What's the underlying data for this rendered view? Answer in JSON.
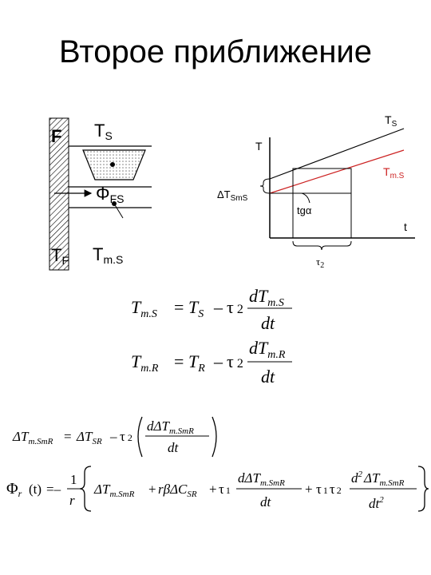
{
  "slide": {
    "title": "Второе приближение"
  },
  "left_diagram": {
    "label_f": "F",
    "label_ts": "T",
    "label_ts_sub": "S",
    "label_phi": "Φ",
    "label_phi_sub": "FS",
    "label_tf": "T",
    "label_tf_sub": "F",
    "label_tms": "T",
    "label_tms_sub": "m.S"
  },
  "graph": {
    "axis_t": "T",
    "axis_time": "t",
    "line_ts": "T",
    "line_ts_sub": "S",
    "line_tms": "T",
    "line_tms_sub": "m.S",
    "delta_label": "ΔT",
    "delta_label_sub": "SmS",
    "tg_label": "tgα",
    "tau_label": "τ",
    "tau_sub": "2",
    "colors": {
      "tms_line": "#cc2222",
      "ink": "#000000",
      "hatch": "#000000",
      "dots": "#7a7a7a"
    }
  },
  "equations": {
    "eq1_lhs": "T",
    "eq1_lhs_sub": "m.S",
    "eq1_ts": "T",
    "eq1_ts_sub": "S",
    "eq1_num": "dT",
    "eq1_num_sub": "m.S",
    "eq2_lhs": "T",
    "eq2_lhs_sub": "m.R",
    "eq2_tr": "T",
    "eq2_tr_sub": "R",
    "eq2_num": "dT",
    "eq2_num_sub": "m.R",
    "tau": "τ",
    "tau_sub": "2",
    "dt": "dt",
    "eq3_lhs": "ΔT",
    "eq3_lhs_sub": "m.SmR",
    "eq3_rhs1": "ΔT",
    "eq3_rhs1_sub": "SR",
    "eq3_num": "dΔT",
    "eq3_num_sub": "m.SmR",
    "eq4_phi": "Φ",
    "eq4_phi_sub": "r",
    "eq4_arg": "(t)",
    "eq4_one": "1",
    "eq4_r": "r",
    "eq4_term1": "ΔT",
    "eq4_term1_sub": "m.SmR",
    "eq4_term2": "rβΔC",
    "eq4_term2_sub": "SR",
    "eq4_tau1": "τ",
    "eq4_tau1_sub": "1",
    "eq4_frac1_num": "dΔT",
    "eq4_frac1_num_sub": "m.SmR",
    "eq4_frac2_num": "d",
    "eq4_frac2_num_sup": "2",
    "eq4_frac2_num_rest": "ΔT",
    "eq4_frac2_num_sub": "m.SmR",
    "eq4_frac2_den": "dt",
    "eq4_frac2_den_sup": "2"
  }
}
